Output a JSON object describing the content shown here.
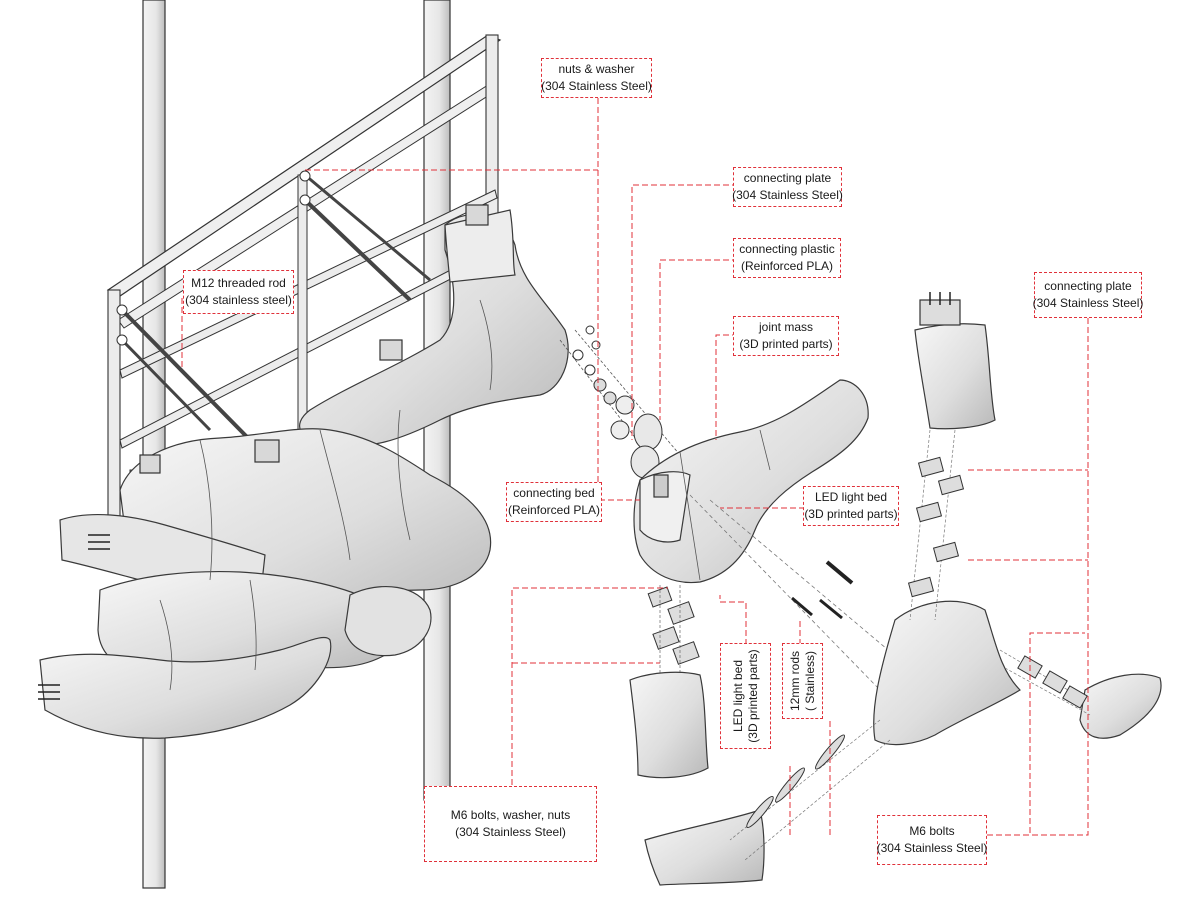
{
  "colors": {
    "callout": "#e0313a",
    "frame_fill": "#eeeeee",
    "frame_stroke": "#333333",
    "part_fill": "#e4e4e4",
    "part_stroke": "#3a3a3a"
  },
  "labels": {
    "nuts_washer": {
      "line1": "nuts & washer",
      "line2": "(304 Stainless Steel)"
    },
    "connecting_plate_top": {
      "line1": "connecting plate",
      "line2": "(304 Stainless Steel)"
    },
    "connecting_plastic": {
      "line1": "connecting plastic",
      "line2": "(Reinforced PLA)"
    },
    "connecting_plate_right": {
      "line1": "connecting plate",
      "line2": "(304 Stainless Steel)"
    },
    "joint_mass": {
      "line1": "joint mass",
      "line2": "(3D printed parts)"
    },
    "threaded_rod": {
      "line1": "M12 threaded rod",
      "line2": "(304 stainless steel)"
    },
    "connecting_bed": {
      "line1": "connecting bed",
      "line2": "(Reinforced PLA)"
    },
    "led_light_bed_h": {
      "line1": "LED light bed",
      "line2": "(3D printed parts)"
    },
    "led_light_bed_v": {
      "line1": "LED light bed",
      "line2": "(3D printed parts)"
    },
    "rods_12mm": {
      "line1": "12mm rods",
      "line2": "( Stainless)"
    },
    "m6_bolts_washer_nuts": {
      "line1": "M6 bolts, washer, nuts",
      "line2": "(304 Stainless Steel)"
    },
    "m6_bolts": {
      "line1": "M6 bolts",
      "line2": "(304 Stainless Steel)"
    }
  }
}
